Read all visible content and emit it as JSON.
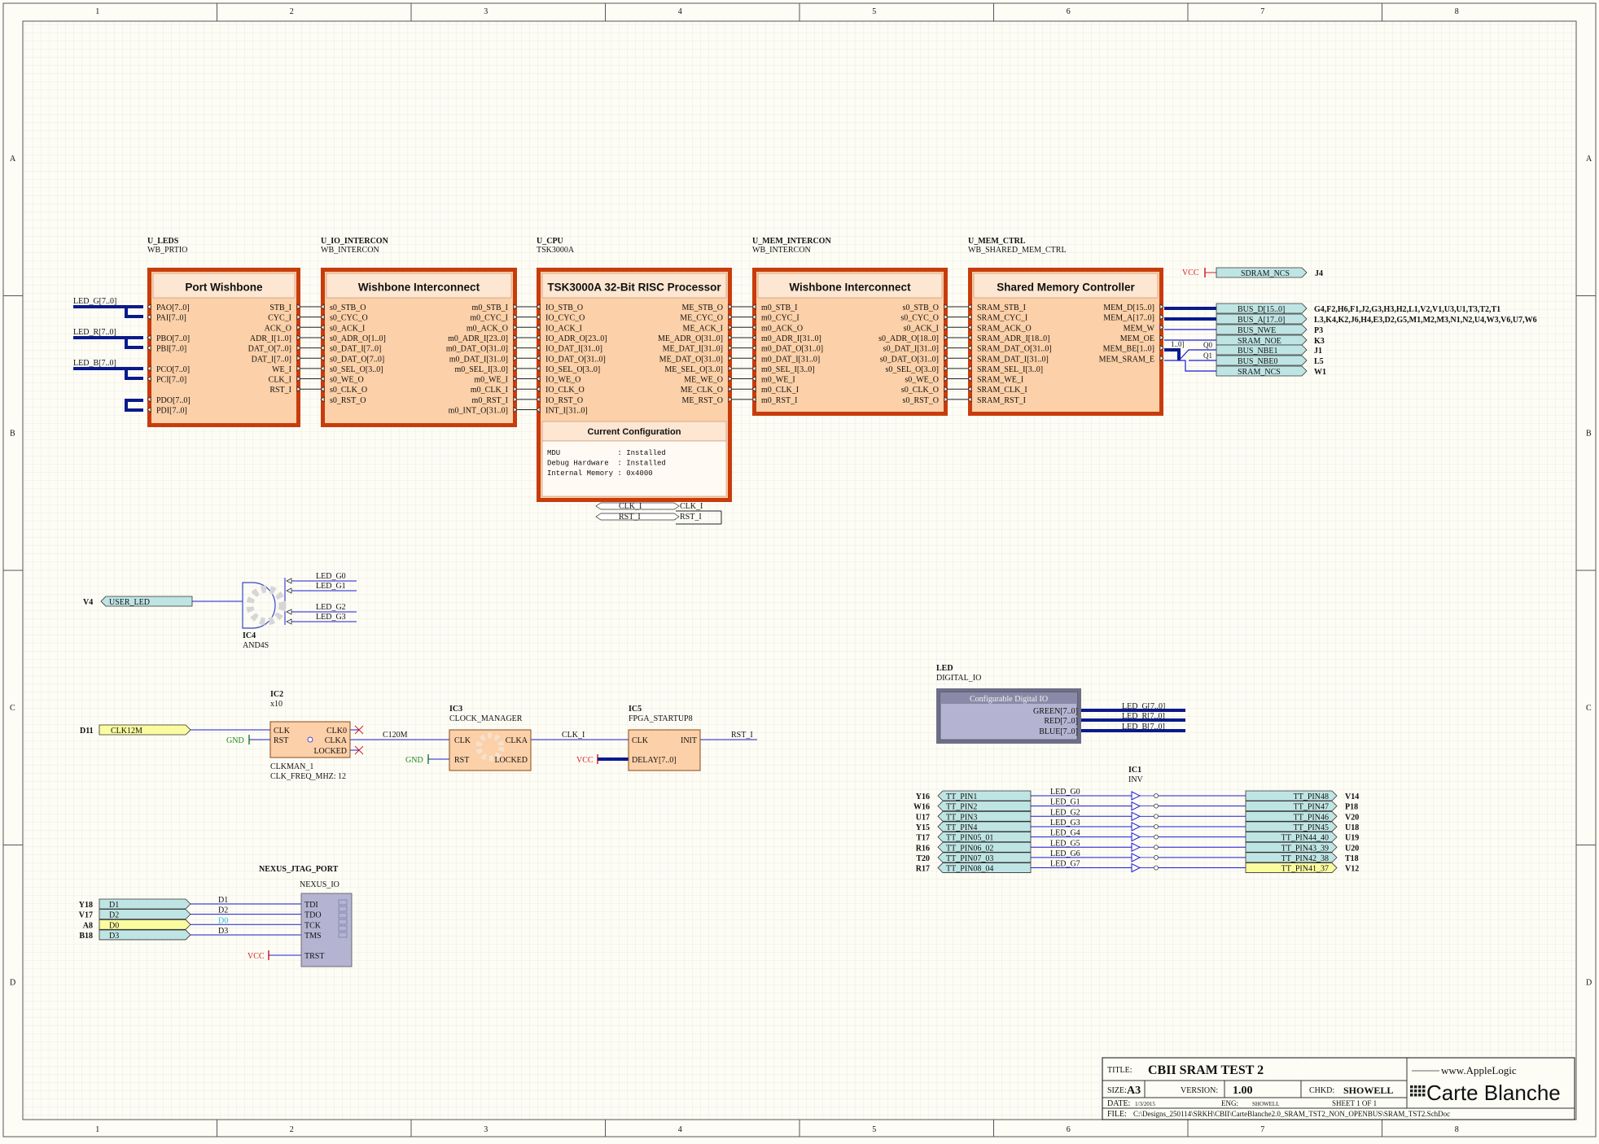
{
  "border": {
    "columns": [
      "1",
      "2",
      "3",
      "4",
      "5",
      "6",
      "7",
      "8"
    ],
    "rows": [
      "A",
      "B",
      "C",
      "D"
    ]
  },
  "components": {
    "leds_block": {
      "designator": "U_LEDS",
      "type": "WB_PRTIO",
      "title": "Port Wishbone",
      "left_pins": [
        "PAO[7..0]",
        "PAI[7..0]",
        "PBO[7..0]",
        "PBI[7..0]",
        "PCO[7..0]",
        "PCI[7..0]",
        "PDO[7..0]",
        "PDI[7..0]"
      ],
      "right_pins": [
        "STB_I",
        "CYC_I",
        "ACK_O",
        "ADR_I[1..0]",
        "DAT_O[7..0]",
        "DAT_I[7..0]",
        "WE_I",
        "CLK_I",
        "RST_I"
      ]
    },
    "io_intercon": {
      "designator": "U_IO_INTERCON",
      "type": "WB_INTERCON",
      "title": "Wishbone Interconnect",
      "left_pins": [
        "s0_STB_O",
        "s0_CYC_O",
        "s0_ACK_I",
        "s0_ADR_O[1..0]",
        "s0_DAT_I[7..0]",
        "s0_DAT_O[7..0]",
        "s0_SEL_O[3..0]",
        "s0_WE_O",
        "s0_CLK_O",
        "s0_RST_O"
      ],
      "right_pins": [
        "m0_STB_I",
        "m0_CYC_I",
        "m0_ACK_O",
        "m0_ADR_I[23..0]",
        "m0_DAT_O[31..0]",
        "m0_DAT_I[31..0]",
        "m0_SEL_I[3..0]",
        "m0_WE_I",
        "m0_CLK_I",
        "m0_RST_I",
        "m0_INT_O[31..0]"
      ]
    },
    "cpu": {
      "designator": "U_CPU",
      "type": "TSK3000A",
      "title": "TSK3000A 32-Bit RISC Processor",
      "left_pins": [
        "IO_STB_O",
        "IO_CYC_O",
        "IO_ACK_I",
        "IO_ADR_O[23..0]",
        "IO_DAT_I[31..0]",
        "IO_DAT_O[31..0]",
        "IO_SEL_O[3..0]",
        "IO_WE_O",
        "IO_CLK_O",
        "IO_RST_O",
        "INT_I[31..0]"
      ],
      "right_pins": [
        "ME_STB_O",
        "ME_CYC_O",
        "ME_ACK_I",
        "ME_ADR_O[31..0]",
        "ME_DAT_I[31..0]",
        "ME_DAT_O[31..0]",
        "ME_SEL_O[3..0]",
        "ME_WE_O",
        "ME_CLK_O",
        "ME_RST_O"
      ],
      "config_title": "Current Configuration",
      "config_lines": [
        "MDU             : Installed",
        "Debug Hardware  : Installed",
        "Internal Memory : 0x4000"
      ],
      "bottom_ports": [
        "CLK_I",
        "RST_I"
      ]
    },
    "mem_intercon": {
      "designator": "U_MEM_INTERCON",
      "type": "WB_INTERCON",
      "title": "Wishbone Interconnect",
      "left_pins": [
        "m0_STB_I",
        "m0_CYC_I",
        "m0_ACK_O",
        "m0_ADR_I[31..0]",
        "m0_DAT_O[31..0]",
        "m0_DAT_I[31..0]",
        "m0_SEL_I[3..0]",
        "m0_WE_I",
        "m0_CLK_I",
        "m0_RST_I"
      ],
      "right_pins": [
        "s0_STB_O",
        "s0_CYC_O",
        "s0_ACK_I",
        "s0_ADR_O[18..0]",
        "s0_DAT_I[31..0]",
        "s0_DAT_O[31..0]",
        "s0_SEL_O[3..0]",
        "s0_WE_O",
        "s0_CLK_O",
        "s0_RST_O"
      ]
    },
    "mem_ctrl": {
      "designator": "U_MEM_CTRL",
      "type": "WB_SHARED_MEM_CTRL",
      "title": "Shared Memory Controller",
      "left_pins": [
        "SRAM_STB_I",
        "SRAM_CYC_I",
        "SRAM_ACK_O",
        "SRAM_ADR_I[18..0]",
        "SRAM_DAT_O[31..0]",
        "SRAM_DAT_I[31..0]",
        "SRAM_SEL_I[3..0]",
        "SRAM_WE_I",
        "SRAM_CLK_I",
        "SRAM_RST_I"
      ],
      "right_pins": [
        "MEM_D[15..0]",
        "MEM_A[17..0]",
        "MEM_W",
        "MEM_OE",
        "MEM_BE[1..0]",
        "MEM_SRAM_E"
      ],
      "be_labels": [
        "1..0]",
        "Q0",
        "Q1"
      ]
    },
    "and_gate": {
      "designator": "IC4",
      "type": "AND4S"
    },
    "clk_div": {
      "designator": "IC2",
      "type": "x10",
      "pins": [
        "CLK",
        "RST",
        "CLK0",
        "CLKA",
        "LOCKED"
      ],
      "params": [
        "CLKMAN_1",
        "CLK_FREQ_MHZ: 12"
      ]
    },
    "clock_mgr": {
      "designator": "IC3",
      "type": "CLOCK_MANAGER",
      "pins": [
        "CLK",
        "RST",
        "CLKA",
        "LOCKED"
      ]
    },
    "startup": {
      "designator": "IC5",
      "type": "FPGA_STARTUP8",
      "pins": [
        "CLK",
        "DELAY[7..0]",
        "INIT"
      ]
    },
    "led_io": {
      "designator": "LED",
      "type": "DIGITAL_IO",
      "title": "Configurable Digital IO",
      "pins": [
        "GREEN[7..0]",
        "RED[7..0]",
        "BLUE[7..0]"
      ]
    },
    "inverter": {
      "designator": "IC1",
      "type": "INV"
    },
    "jtag": {
      "designator": "NEXUS_JTAG_PORT",
      "type": "NEXUS_IO",
      "pins": [
        "TDI",
        "TDO",
        "TCK",
        "TMS",
        "TRST"
      ]
    }
  },
  "left_nets": [
    "LED_G[7..0]",
    "LED_R[7..0]",
    "LED_B[7..0]"
  ],
  "and_nets": [
    "LED_G0",
    "LED_G1",
    "LED_G2",
    "LED_G3"
  ],
  "ports": {
    "user_led": {
      "pin": "V4",
      "name": "USER_LED"
    },
    "clk12m": {
      "pin": "D11",
      "name": "CLK12M"
    },
    "sdram_ncs": {
      "pin": "J4",
      "name": "SDRAM_NCS",
      "power": "VCC"
    },
    "mem_ports": [
      {
        "name": "BUS_D[15..0]",
        "pins": "G4,F2,H6,F1,J2,G3,H3,H2,L1,V2,V1,U3,U1,T3,T2,T1"
      },
      {
        "name": "BUS_A[17..0]",
        "pins": "L3,K4,K2,J6,H4,E3,D2,G5,M1,M2,M3,N1,N2,U4,W3,V6,U7,W6"
      },
      {
        "name": "BUS_NWE",
        "pins": "P3"
      },
      {
        "name": "SRAM_NOE",
        "pins": "K3"
      },
      {
        "name": "BUS_NBE1",
        "pins": "J1"
      },
      {
        "name": "BUS_NBE0",
        "pins": "L5"
      },
      {
        "name": "SRAM_NCS",
        "pins": "W1"
      }
    ],
    "led_out_nets": [
      "LED_G[7..0]",
      "LED_R[7..0]",
      "LED_B[7..0]"
    ],
    "tt_left": [
      {
        "pin": "Y16",
        "name": "TT_PIN1",
        "net": "LED_G0"
      },
      {
        "pin": "W16",
        "name": "TT_PIN2",
        "net": "LED_G1"
      },
      {
        "pin": "U17",
        "name": "TT_PIN3",
        "net": "LED_G2"
      },
      {
        "pin": "Y15",
        "name": "TT_PIN4",
        "net": "LED_G3"
      },
      {
        "pin": "T17",
        "name": "TT_PIN05_01",
        "net": "LED_G4"
      },
      {
        "pin": "R16",
        "name": "TT_PIN06_02",
        "net": "LED_G5"
      },
      {
        "pin": "T20",
        "name": "TT_PIN07_03",
        "net": "LED_G6"
      },
      {
        "pin": "R17",
        "name": "TT_PIN08_04",
        "net": "LED_G7"
      }
    ],
    "tt_right": [
      {
        "pin": "V14",
        "name": "TT_PIN48"
      },
      {
        "pin": "P18",
        "name": "TT_PIN47"
      },
      {
        "pin": "V20",
        "name": "TT_PIN46"
      },
      {
        "pin": "U18",
        "name": "TT_PIN45"
      },
      {
        "pin": "U19",
        "name": "TT_PIN44_40"
      },
      {
        "pin": "U20",
        "name": "TT_PIN43_39"
      },
      {
        "pin": "T18",
        "name": "TT_PIN42_38"
      },
      {
        "pin": "V12",
        "name": "TT_PIN41_37"
      }
    ],
    "jtag_ports": [
      {
        "pin": "Y18",
        "name": "D1",
        "net": "D1"
      },
      {
        "pin": "V17",
        "name": "D2",
        "net": "D2"
      },
      {
        "pin": "A8",
        "name": "D0",
        "net": "D0"
      },
      {
        "pin": "B18",
        "name": "D3",
        "net": "D3"
      }
    ]
  },
  "power": {
    "vcc": "VCC",
    "gnd": "GND"
  },
  "nets": {
    "c120m": "C120M",
    "clk_i": "CLK_I",
    "rst_i": "RST_I"
  },
  "title_block": {
    "title_label": "TITLE:",
    "title": "CBII SRAM TEST 2",
    "size_label": "SIZE:",
    "size": "A3",
    "version_label": "VERSION:",
    "version": "1.00",
    "chkd_label": "CHKD:",
    "chkd": "SHOWELL",
    "date_label": "DATE:",
    "date": "1/3/2015",
    "eng_label": "ENG:",
    "eng": "SHOWELL",
    "sheet_text": "SHEET  1  OF  1",
    "file_label": "FILE:",
    "file": "C:\\Designs_250114\\SRKH\\CBII\\CarteBlanche2.0_SRAM_TST2_NON_OPENBUS\\SRAM_TST2.SchDoc",
    "logo_top": "www.AppleLogic",
    "logo_main": "Carte Blanche"
  },
  "colors": {
    "wire": "#1a1ad6",
    "bus": "#0a1a8c",
    "block_fill": "#fcd0a8",
    "block_border": "#c83c0c",
    "port_fill": "#bfe4e4",
    "port_yellow": "#fbfba0",
    "io_fill": "#b4b4d2",
    "vcc": "#d81c1c",
    "gnd": "#228822"
  }
}
